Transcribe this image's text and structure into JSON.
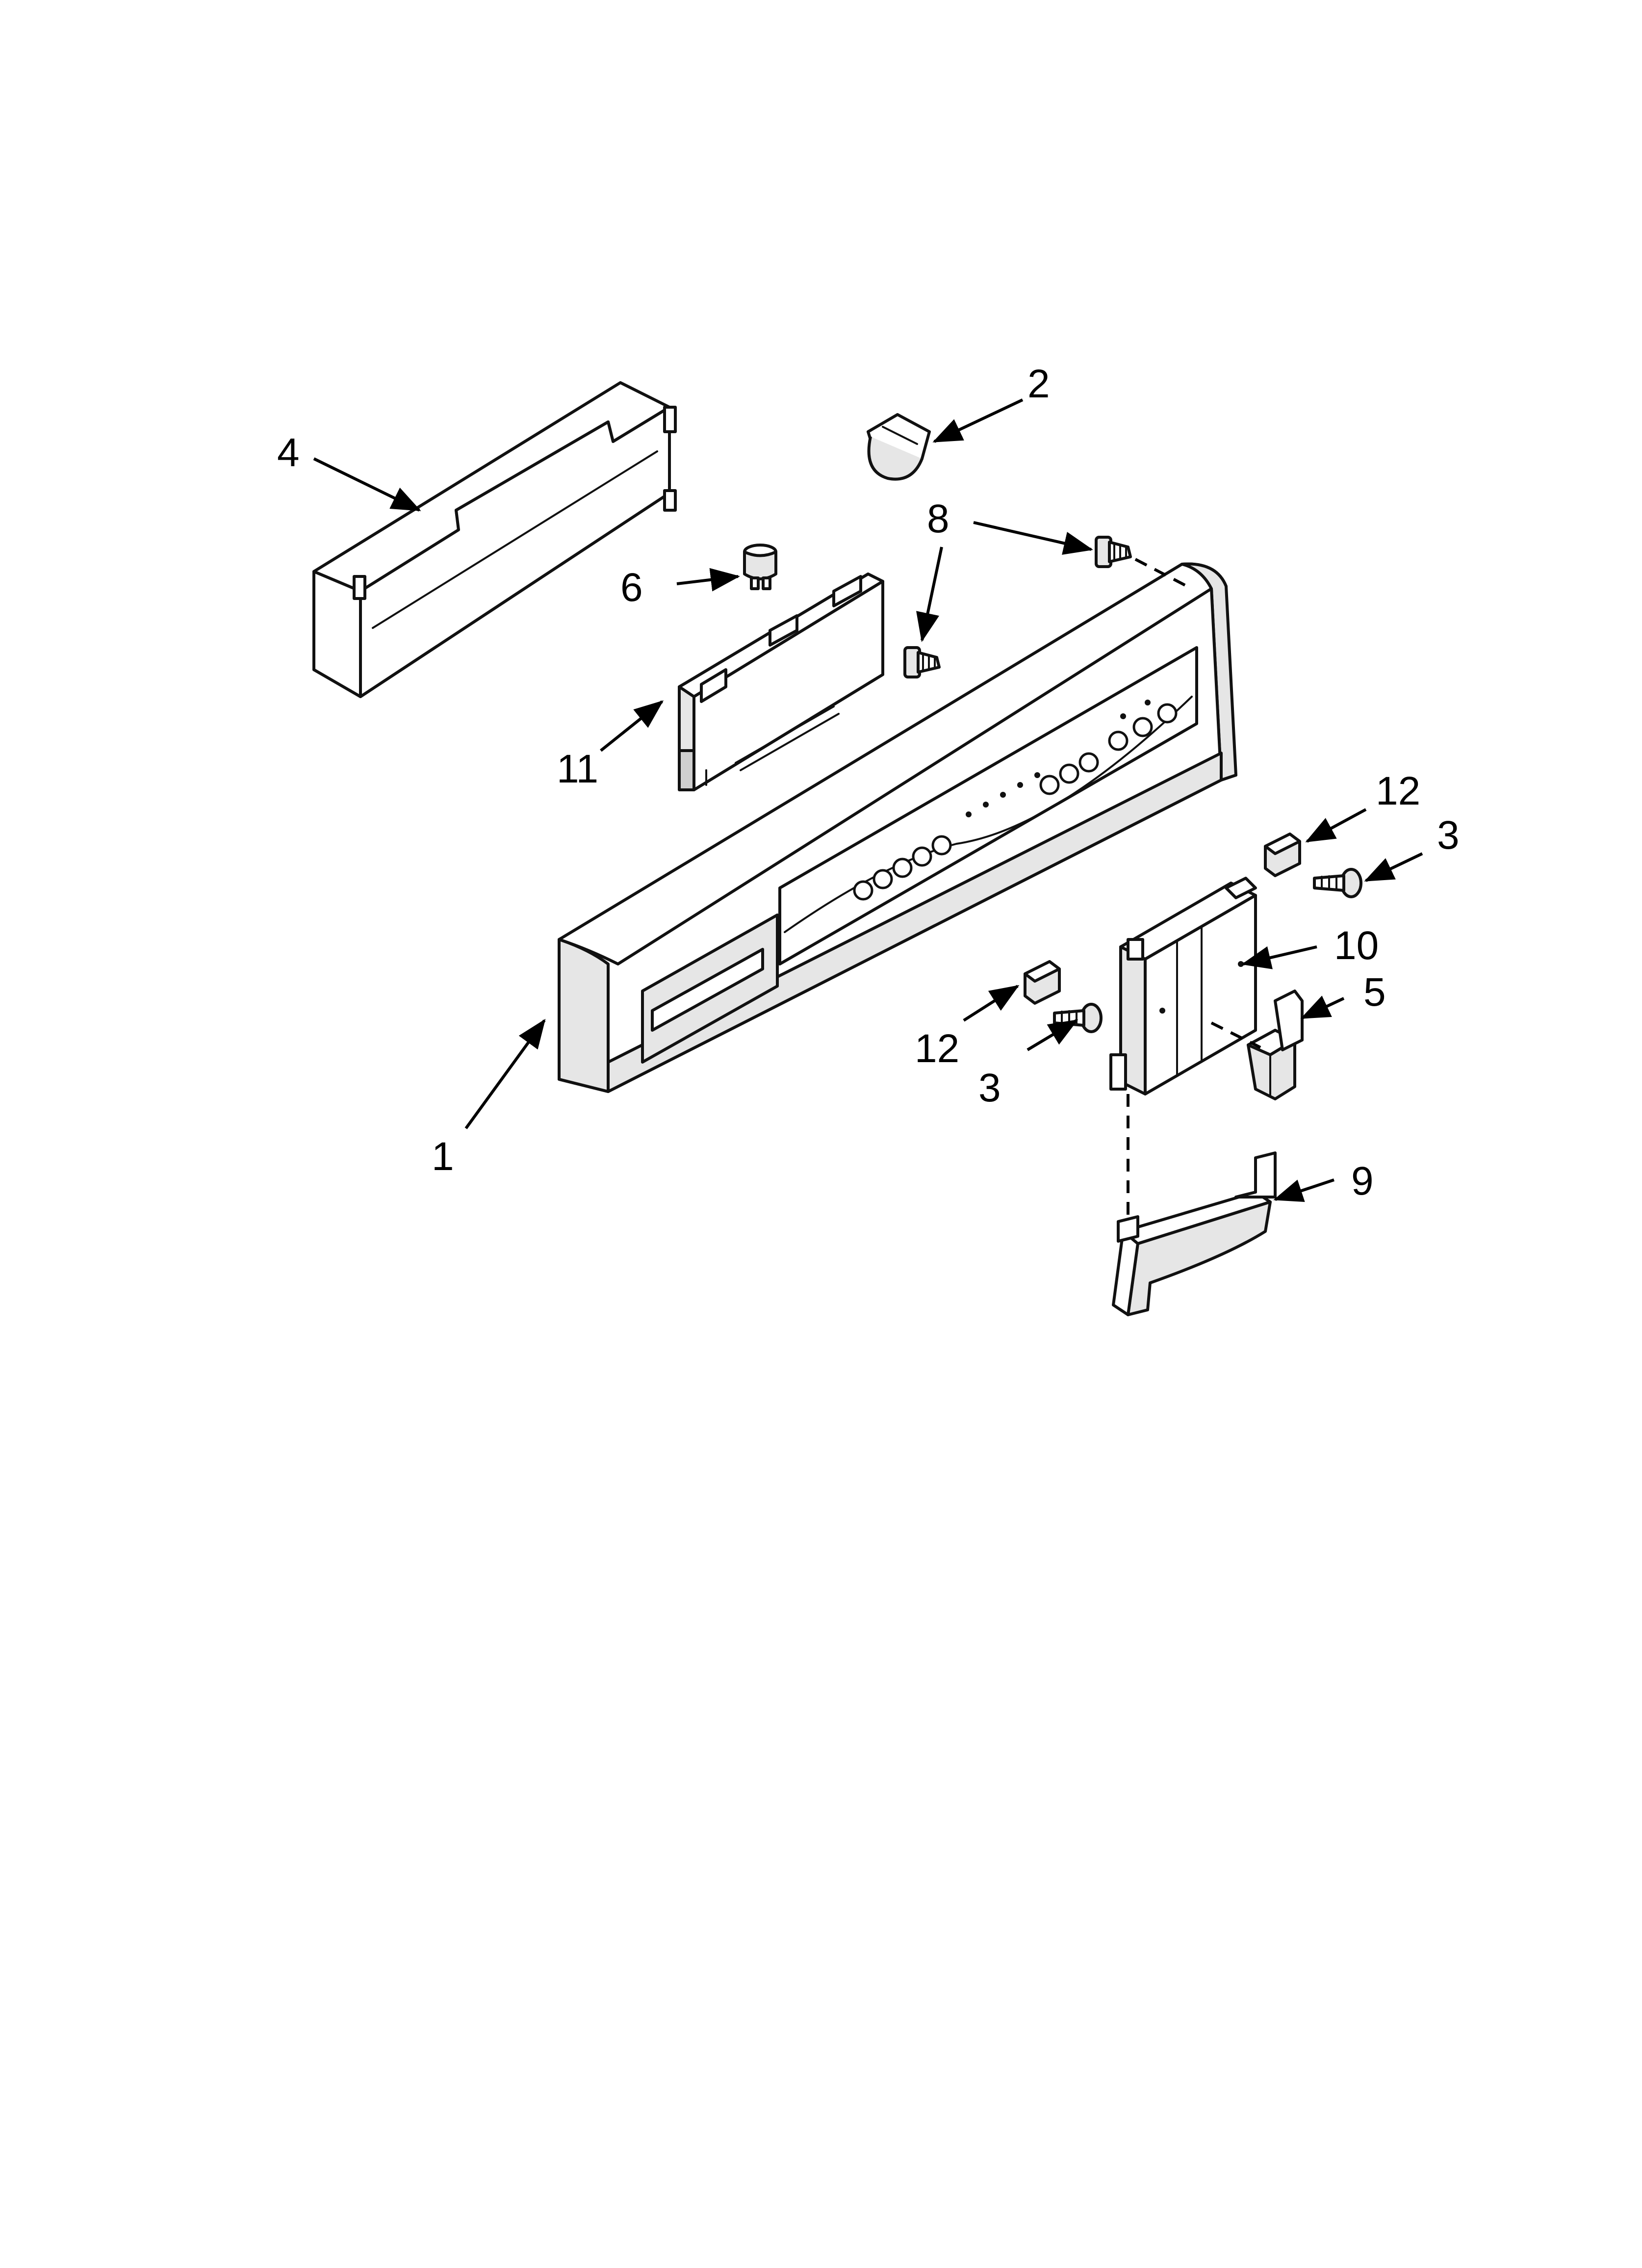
{
  "callouts": {
    "c1": "1",
    "c2": "2",
    "c3a": "3",
    "c3b": "3",
    "c4": "4",
    "c5": "5",
    "c6": "6",
    "c8": "8",
    "c9": "9",
    "c10": "10",
    "c11": "11",
    "c12a": "12",
    "c12b": "12"
  }
}
